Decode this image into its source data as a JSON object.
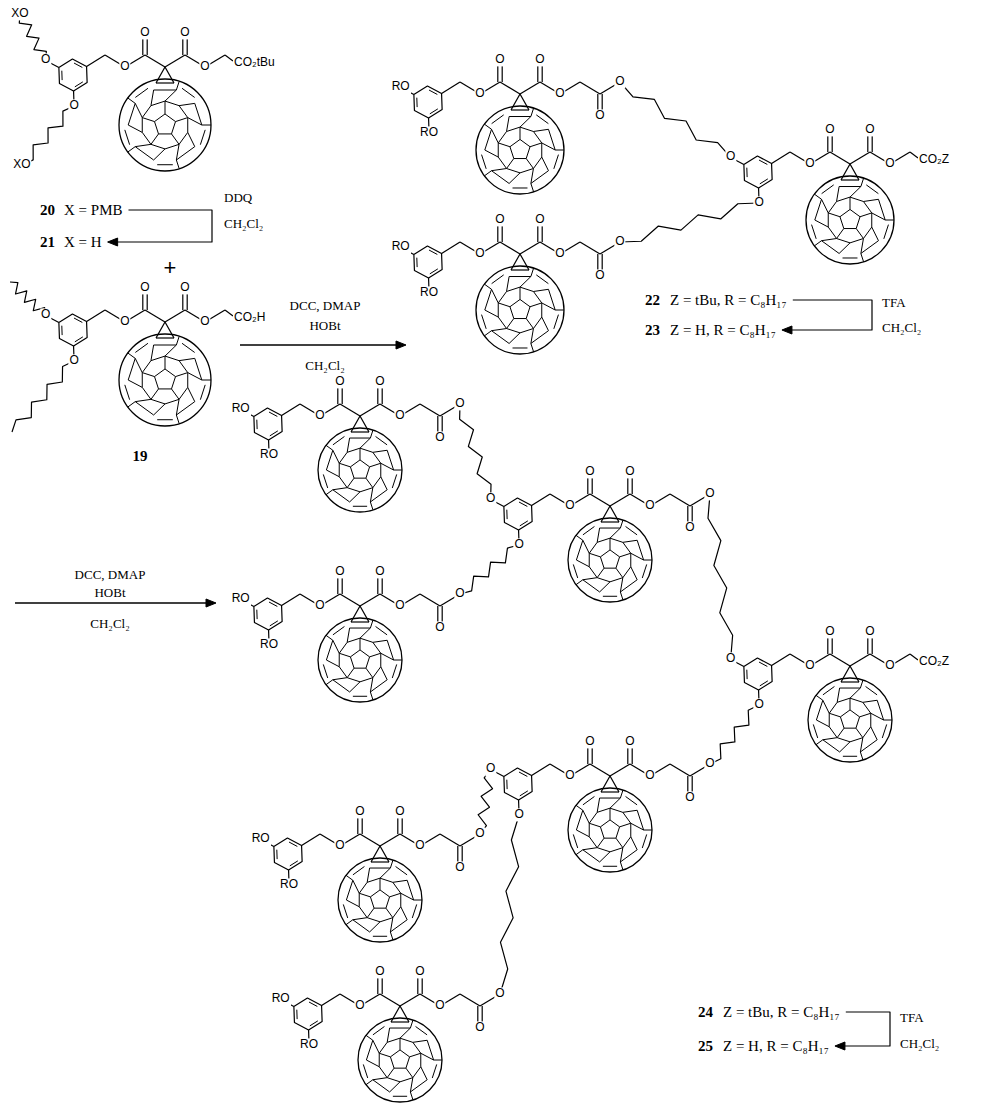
{
  "diagram": {
    "labels": [
      "20",
      "X = PMB",
      "21",
      "X = H",
      "DDQ",
      "CH₂Cl₂",
      "+",
      "19",
      "DCC, DMAP",
      "HOBt",
      "CH₂Cl₂",
      "22",
      "Z = tBu, R = C₈H₁₇",
      "23",
      "Z = H, R = C₈H₁₇",
      "TFA",
      "CH₂Cl₂",
      "DCC, DMAP",
      "HOBt",
      "CH₂Cl₂",
      "24",
      "Z = tBu, R = C₈H₁₇",
      "25",
      "Z = H, R = C₈H₁₇",
      "TFA",
      "CH₂Cl₂",
      "O",
      "O",
      "O",
      "O",
      "CO₂tBu",
      "O",
      "XO",
      "O",
      "XO",
      "O",
      "O",
      "O",
      "O",
      "CO₂H",
      "O",
      "O",
      "O",
      "O",
      "O",
      "O",
      "O",
      "O",
      "RO",
      "RO",
      "O",
      "O",
      "O",
      "O",
      "O",
      "O",
      "RO",
      "RO",
      "O",
      "O",
      "O",
      "O",
      "CO₂Z",
      "O",
      "O",
      "O",
      "O",
      "O",
      "O",
      "CO₂Z",
      "O",
      "O",
      "O",
      "O",
      "O",
      "O",
      "O",
      "O",
      "O",
      "O",
      "O",
      "O",
      "O",
      "O",
      "O",
      "O",
      "O",
      "O",
      "O",
      "O",
      "O",
      "O",
      "O",
      "O",
      "RO",
      "RO",
      "O",
      "O",
      "O",
      "O",
      "O",
      "O",
      "RO",
      "RO",
      "O",
      "O",
      "O",
      "O",
      "O",
      "O",
      "RO",
      "RO",
      "O",
      "O",
      "O",
      "O",
      "O",
      "O",
      "RO",
      "RO"
    ]
  }
}
